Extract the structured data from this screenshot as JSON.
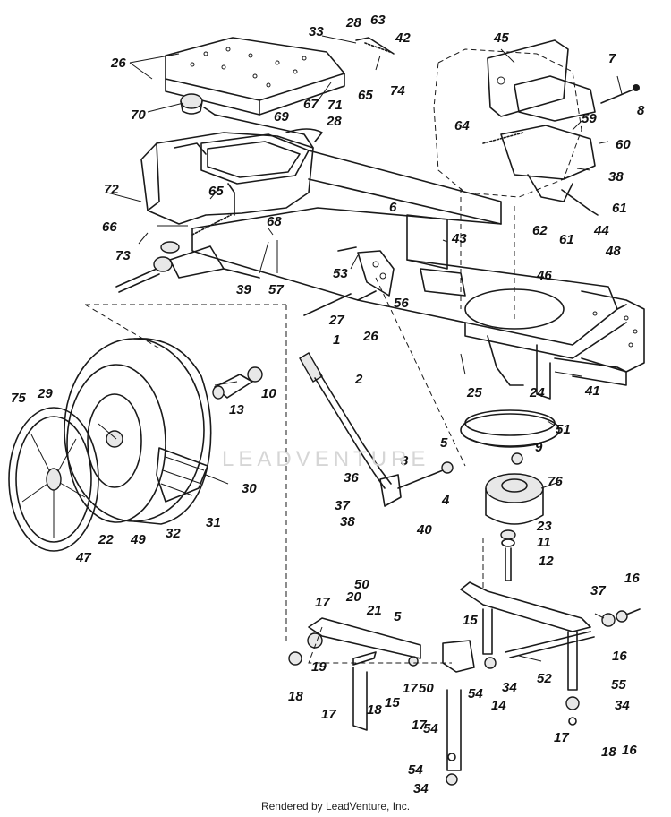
{
  "watermark": "LEADVENTURE",
  "footer": "Rendered by LeadVenture, Inc.",
  "callouts": [
    "1",
    "2",
    "3",
    "4",
    "5",
    "6",
    "7",
    "8",
    "9",
    "10",
    "11",
    "12",
    "13",
    "14",
    "15",
    "16",
    "17",
    "18",
    "19",
    "20",
    "21",
    "22",
    "23",
    "24",
    "25",
    "26",
    "27",
    "28",
    "29",
    "30",
    "31",
    "32",
    "33",
    "34",
    "36",
    "37",
    "38",
    "39",
    "40",
    "41",
    "42",
    "43",
    "44",
    "45",
    "46",
    "47",
    "48",
    "49",
    "50",
    "51",
    "52",
    "53",
    "54",
    "55",
    "56",
    "57",
    "59",
    "60",
    "61",
    "62",
    "63",
    "64",
    "65",
    "66",
    "67",
    "68",
    "69",
    "70",
    "71",
    "72",
    "73",
    "74",
    "75",
    "76"
  ],
  "labels": [
    {
      "text": "26"
    },
    {
      "text": "33"
    },
    {
      "text": "28"
    },
    {
      "text": "63"
    },
    {
      "text": "42"
    },
    {
      "text": "45"
    },
    {
      "text": "7"
    },
    {
      "text": "8"
    },
    {
      "text": "70"
    },
    {
      "text": "71"
    },
    {
      "text": "67"
    },
    {
      "text": "69"
    },
    {
      "text": "28"
    },
    {
      "text": "65"
    },
    {
      "text": "74"
    },
    {
      "text": "64"
    },
    {
      "text": "59"
    },
    {
      "text": "60"
    },
    {
      "text": "38"
    },
    {
      "text": "61"
    },
    {
      "text": "72"
    },
    {
      "text": "65"
    },
    {
      "text": "6"
    },
    {
      "text": "43"
    },
    {
      "text": "62"
    },
    {
      "text": "61"
    },
    {
      "text": "44"
    },
    {
      "text": "66"
    },
    {
      "text": "68"
    },
    {
      "text": "48"
    },
    {
      "text": "73"
    },
    {
      "text": "46"
    },
    {
      "text": "39"
    },
    {
      "text": "57"
    },
    {
      "text": "53"
    },
    {
      "text": "56"
    },
    {
      "text": "26"
    },
    {
      "text": "27"
    },
    {
      "text": "1"
    },
    {
      "text": "10"
    },
    {
      "text": "25"
    },
    {
      "text": "41"
    },
    {
      "text": "2"
    },
    {
      "text": "75"
    },
    {
      "text": "29"
    },
    {
      "text": "13"
    },
    {
      "text": "24"
    },
    {
      "text": "51"
    },
    {
      "text": "9"
    },
    {
      "text": "5"
    },
    {
      "text": "3"
    },
    {
      "text": "36"
    },
    {
      "text": "4"
    },
    {
      "text": "76"
    },
    {
      "text": "37"
    },
    {
      "text": "38"
    },
    {
      "text": "40"
    },
    {
      "text": "30"
    },
    {
      "text": "22"
    },
    {
      "text": "49"
    },
    {
      "text": "32"
    },
    {
      "text": "31"
    },
    {
      "text": "47"
    },
    {
      "text": "23"
    },
    {
      "text": "11"
    },
    {
      "text": "12"
    },
    {
      "text": "50"
    },
    {
      "text": "17"
    },
    {
      "text": "20"
    },
    {
      "text": "21"
    },
    {
      "text": "5"
    },
    {
      "text": "37"
    },
    {
      "text": "16"
    },
    {
      "text": "15"
    },
    {
      "text": "19"
    },
    {
      "text": "18"
    },
    {
      "text": "17"
    },
    {
      "text": "50"
    },
    {
      "text": "15"
    },
    {
      "text": "54"
    },
    {
      "text": "34"
    },
    {
      "text": "14"
    },
    {
      "text": "52"
    },
    {
      "text": "16"
    },
    {
      "text": "55"
    },
    {
      "text": "17"
    },
    {
      "text": "18"
    },
    {
      "text": "17"
    },
    {
      "text": "54"
    },
    {
      "text": "34"
    },
    {
      "text": "17"
    },
    {
      "text": "18"
    },
    {
      "text": "16"
    },
    {
      "text": "54"
    },
    {
      "text": "34"
    }
  ]
}
